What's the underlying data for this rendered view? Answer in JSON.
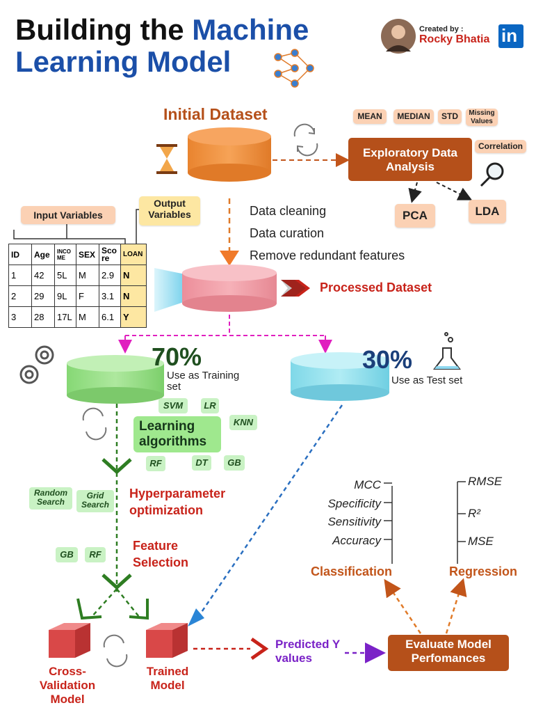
{
  "title": {
    "line1_plain": "Building the ",
    "line1_blue": "Machine",
    "line2_blue": "Learning Model"
  },
  "author": {
    "created_by": "Created by :",
    "name": "Rocky Bhatia",
    "brand": "in"
  },
  "initial_dataset": "Initial Dataset",
  "eda": {
    "label": "Exploratory Data Analysis",
    "stats": [
      "MEAN",
      "MEDIAN",
      "STD",
      "Missing Values"
    ],
    "correlation": "Correlation",
    "pca": "PCA",
    "lda": "LDA"
  },
  "cleaning_steps": [
    "Data cleaning",
    "Data curation",
    "Remove redundant features"
  ],
  "input_variables": "Input Variables",
  "output_variables": "Output Variables",
  "table": {
    "headers": [
      "ID",
      "Age",
      "INCO ME",
      "SEX",
      "Sco re",
      "LOAN"
    ],
    "rows": [
      [
        "1",
        "42",
        "5L",
        "M",
        "2.9",
        "N"
      ],
      [
        "2",
        "29",
        "9L",
        "F",
        "3.1",
        "N"
      ],
      [
        "3",
        "28",
        "17L",
        "M",
        "6.1",
        "Y"
      ]
    ]
  },
  "processed_dataset": "Processed Dataset",
  "training": {
    "percent": "70%",
    "label": "Use as Training set"
  },
  "testing": {
    "percent": "30%",
    "label": "Use as Test set"
  },
  "algorithms": {
    "label": "Learning algorithms",
    "items": [
      "SVM",
      "LR",
      "KNN",
      "RF",
      "DT",
      "GB"
    ]
  },
  "hyperparameter": {
    "label": "Hyperparameter optimization",
    "items": [
      "Random Search",
      "Grid Search"
    ]
  },
  "feature_selection": {
    "label": "Feature Selection",
    "items": [
      "GB",
      "RF"
    ]
  },
  "cross_validation": "Cross-Validation Model",
  "trained_model": "Trained Model",
  "predicted": "Predicted Y values",
  "evaluate": "Evaluate Model Perfomances",
  "classification": {
    "label": "Classification",
    "metrics": [
      "MCC",
      "Specificity",
      "Sensitivity",
      "Accuracy"
    ]
  },
  "regression": {
    "label": "Regression",
    "metrics": [
      "RMSE",
      "R²",
      "MSE"
    ]
  },
  "colors": {
    "blue": "#1b4fa8",
    "orange": "#c2551a",
    "red": "#c8231a",
    "purple": "#7a22c7",
    "green": "#2e7d22",
    "eda_box": "#b5501a"
  }
}
